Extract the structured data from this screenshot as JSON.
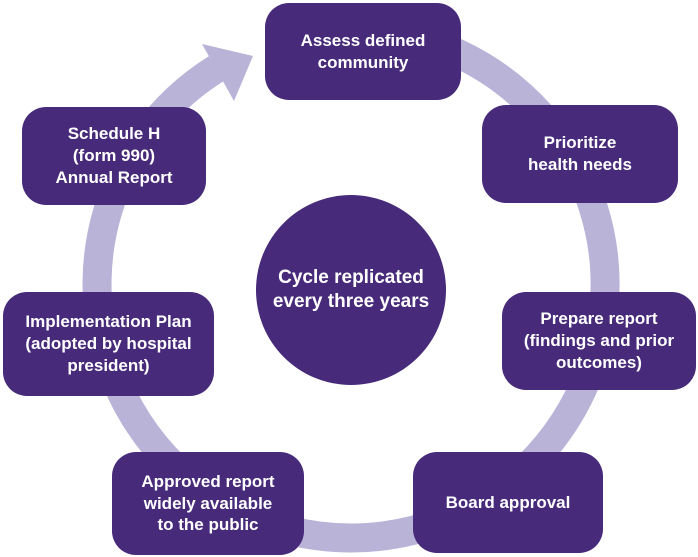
{
  "diagram": {
    "center": {
      "label": "Cycle replicated\nevery three years"
    },
    "steps": [
      {
        "id": "assess-defined-community",
        "label": "Assess defined\ncommunity"
      },
      {
        "id": "prioritize-health-needs",
        "label": "Prioritize\nhealth needs"
      },
      {
        "id": "prepare-report",
        "label": "Prepare report\n(findings and prior\noutcomes)"
      },
      {
        "id": "board-approval",
        "label": "Board approval"
      },
      {
        "id": "approved-report-public",
        "label": "Approved report\nwidely available\nto the public"
      },
      {
        "id": "implementation-plan",
        "label": "Implementation Plan\n(adopted by hospital\npresident)"
      },
      {
        "id": "schedule-h-annual-report",
        "label": "Schedule H\n(form 990)\nAnnual Report"
      }
    ],
    "colors": {
      "node_fill": "#472a7a",
      "ring": "#b9b3d8",
      "text": "#ffffff"
    }
  }
}
